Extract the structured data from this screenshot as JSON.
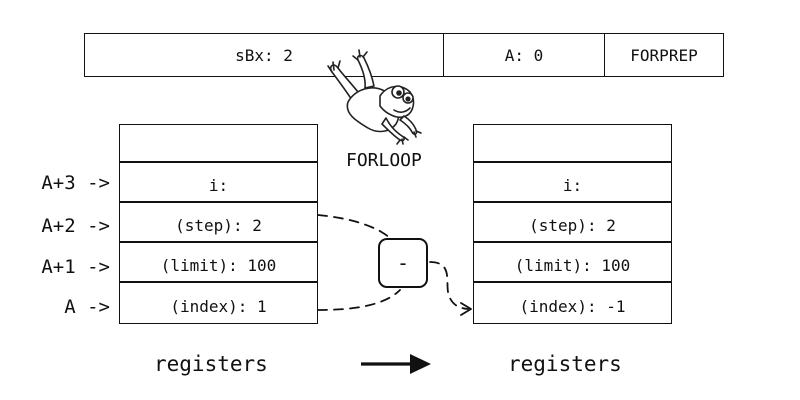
{
  "instruction": {
    "sbx": "sBx: 2",
    "a": "A: 0",
    "opcode": "FORPREP"
  },
  "mascot": {
    "icon": "frog-icon",
    "caption": "FORLOOP"
  },
  "left_stack": {
    "cells": [
      "",
      "i:",
      "(step): 2",
      "(limit): 100",
      "(index): 1"
    ],
    "caption": "registers"
  },
  "register_labels": [
    "A+3 ->",
    "A+2 ->",
    "A+1 ->",
    "A ->"
  ],
  "operator": "-",
  "right_stack": {
    "cells": [
      "",
      "i:",
      "(step): 2",
      "(limit): 100",
      "(index): -1"
    ],
    "caption": "registers"
  }
}
